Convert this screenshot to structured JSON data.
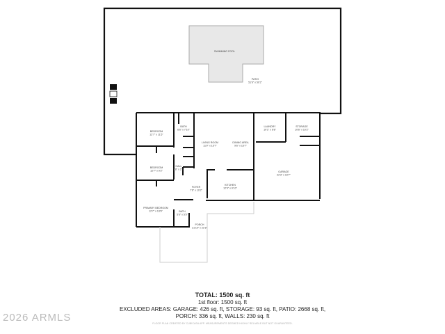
{
  "rooms": [
    {
      "name": "BEDROOM",
      "dims": "12'7\" x 11'5\""
    },
    {
      "name": "BATH",
      "dims": "6'6\" x 7'10\""
    },
    {
      "name": "LIVING ROOM",
      "dims": "11'0\" x 15'7\""
    },
    {
      "name": "DINING AREA",
      "dims": "9'6\" x 15'7\""
    },
    {
      "name": "LAUNDRY",
      "dims": "10'1\" x 6'8\""
    },
    {
      "name": "STORAGE",
      "dims": "10'6\" x 10'2\""
    },
    {
      "name": "BEDROOM",
      "dims": "12'7\" x 9'2\""
    },
    {
      "name": "HALL",
      "dims": "3'8\" x 2'3\""
    },
    {
      "name": "GARAGE",
      "dims": "22'3\" x 19'7\""
    },
    {
      "name": "FOYER",
      "dims": "7'6\" x 10'2\""
    },
    {
      "name": "KITCHEN",
      "dims": "12'9\" x 9'10\""
    },
    {
      "name": "PRIMARY BEDROOM",
      "dims": "12'7\" x 13'6\""
    },
    {
      "name": "BATH",
      "dims": "5'6\" x 5'5\""
    },
    {
      "name": "PORCH",
      "dims": "21'10\" x 21'6\""
    },
    {
      "name": "SWIMMING POOL",
      "dims": ""
    },
    {
      "name": "PATIO",
      "dims": "51'6\" x 50'2\""
    }
  ],
  "summary": {
    "total": "TOTAL: 1500 sq. ft",
    "floor": "1st floor: 1500 sq. ft",
    "excluded_line1": "EXCLUDED AREAS: GARAGE: 426 sq. ft, STORAGE: 93 sq. ft, PATIO: 2668 sq. ft,",
    "excluded_line2": "PORCH: 336 sq. ft, WALLS: 230 sq. ft"
  },
  "disclaimer": "FLOOR PLAN CREATED BY CUBICASA APP. MEASUREMENTS DEEMED HIGHLY RELIABLE BUT NOT GUARANTEED.",
  "watermark": "2026 ARMLS",
  "colors": {
    "wall": "#111111",
    "pool": "#e8e8e8",
    "pool_edge": "#aaaaaa"
  }
}
